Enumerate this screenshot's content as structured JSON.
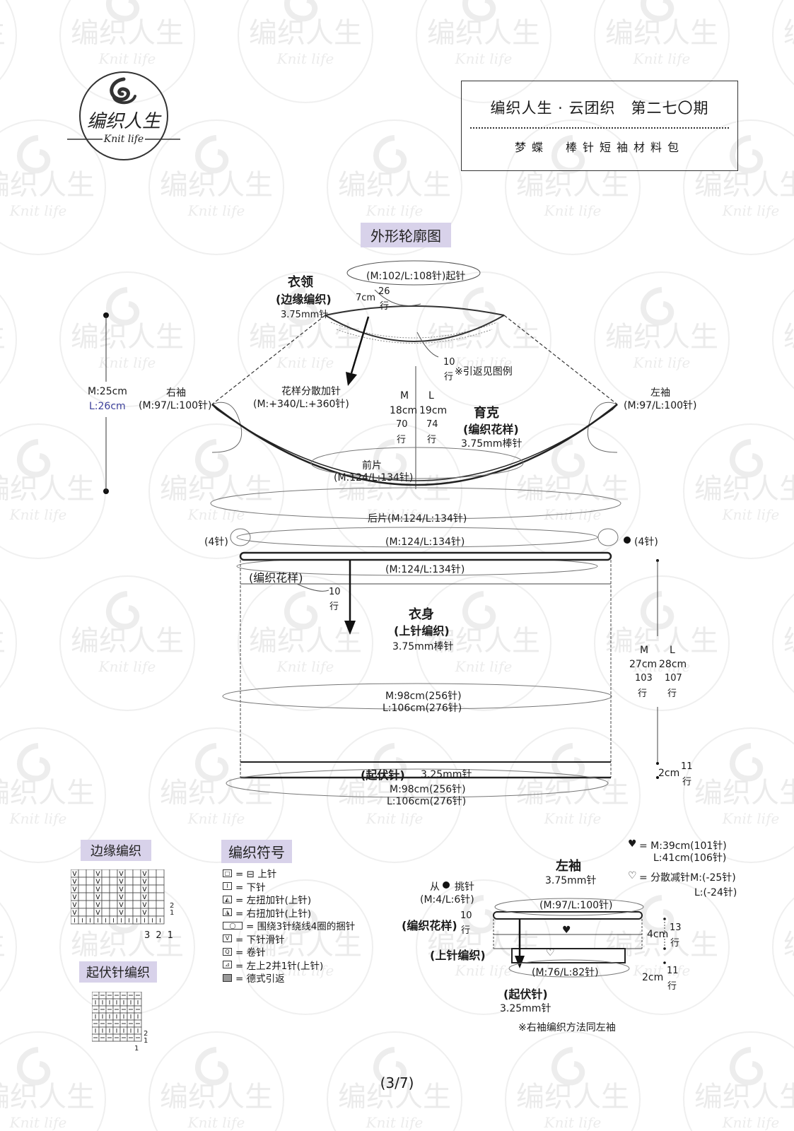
{
  "watermark": {
    "text_cn": "编织人生",
    "text_en": "Knit life"
  },
  "logo": {
    "text_cn": "编织人生",
    "text_en": "Knit life"
  },
  "header": {
    "title": "编织人生 · 云团织　第二七〇期",
    "subtitle": "梦蝶　棒针短袖材料包"
  },
  "section_title": "外形轮廓图",
  "yoke": {
    "cast_on": "(M:102/L:108针)起针",
    "collar_title": "衣领",
    "collar_pattern": "(边缘编织)",
    "collar_needle": "3.75mm针",
    "collar_depth_cm": "7cm",
    "collar_rows": "26",
    "row_unit": "行",
    "short_rows": "10",
    "short_rows_note": "※引返见图例",
    "increase_note": "花样分散加针",
    "increase_count": "(M:+340/L:+360针)",
    "size_m": "M",
    "size_l": "L",
    "depth_m_cm": "18cm",
    "depth_l_cm": "19cm",
    "rows_m": "70",
    "rows_l": "74",
    "yoke_title": "育克",
    "yoke_pattern": "(编织花样)",
    "yoke_needle": "3.75mm棒针",
    "right_sleeve": "右袖",
    "right_sleeve_sts": "(M:97/L:100针)",
    "left_sleeve": "左袖",
    "left_sleeve_sts": "(M:97/L:100针)",
    "front_label": "前片",
    "front_sts": "(M:124/L:134针)",
    "back": "后片(M:124/L:134针)",
    "height_m": "M:25cm",
    "height_l": "L:26cm"
  },
  "body": {
    "left_sts": "(4针)",
    "right_sts": "(4针)",
    "top_sts": "(M:124/L:134针)",
    "top_sts_inner": "(M:124/L:134针)",
    "pattern_label": "(编织花样)",
    "short_rows": "10",
    "row_unit": "行",
    "title": "衣身",
    "pattern": "(上针编织)",
    "needle": "3.75mm棒针",
    "size_m": "M",
    "size_l": "L",
    "length_m_cm": "27cm",
    "length_l_cm": "28cm",
    "rows_m": "103",
    "rows_l": "107",
    "width_m": "M:98cm(256针)",
    "width_l": "L:106cm(276针)",
    "hem_label": "(起伏针)",
    "hem_needle": "3.25mm针",
    "hem_cm": "2cm",
    "hem_rows": "11",
    "bottom_m": "M:98cm(256针)",
    "bottom_l": "L:106cm(276针)"
  },
  "edge_chart": {
    "title": "边缘编织",
    "col_numbers": "3 2 1",
    "row_numbers": [
      "2",
      "1"
    ]
  },
  "garter_chart": {
    "title": "起伏针编织",
    "col_number": "1",
    "row_numbers": [
      "2",
      "1"
    ]
  },
  "legend": {
    "title": "编织符号",
    "items": [
      {
        "sym": "□",
        "text": "= ⊟ 上针"
      },
      {
        "sym": "I",
        "text": "= 下针"
      },
      {
        "sym": "◭",
        "text": "= 左扭加针(上针)"
      },
      {
        "sym": "◮",
        "text": "= 右扭加针(上针)"
      },
      {
        "sym": "◯",
        "text": "= 围绕3针绕线4圈的捆针"
      },
      {
        "sym": "V",
        "text": "= 下针滑针"
      },
      {
        "sym": "Q",
        "text": "= 卷针"
      },
      {
        "sym": "⊿",
        "text": "= 左上2并1针(上针)"
      },
      {
        "sym": "",
        "text": "= 德式引返"
      }
    ]
  },
  "sleeve": {
    "title": "左袖",
    "needle": "3.75mm针",
    "heart_solid": "♥",
    "heart_solid_m": "= M:39cm(101针)",
    "heart_solid_l": "L:41cm(106针)",
    "heart_open": "♡",
    "heart_open_m": "= 分散减针M:(-25针)",
    "heart_open_l": "L:(-24针)",
    "pickup_from": "从",
    "pickup_label": "挑针",
    "pickup_sts": "(M:4/L:6针)",
    "top_sts": "(M:97/L:100针)",
    "pattern_label": "(编织花样)",
    "short_rows": "10",
    "row_unit": "行",
    "stst_label": "(上针编织)",
    "bottom_sts": "(M:76/L:82针)",
    "depth_cm": "4cm",
    "depth_rows": "13",
    "hem_cm": "2cm",
    "hem_rows": "11",
    "hem_label": "(起伏针)",
    "hem_needle": "3.25mm针",
    "note": "※右袖编织方法同左袖"
  },
  "page_number": "(3/7)"
}
